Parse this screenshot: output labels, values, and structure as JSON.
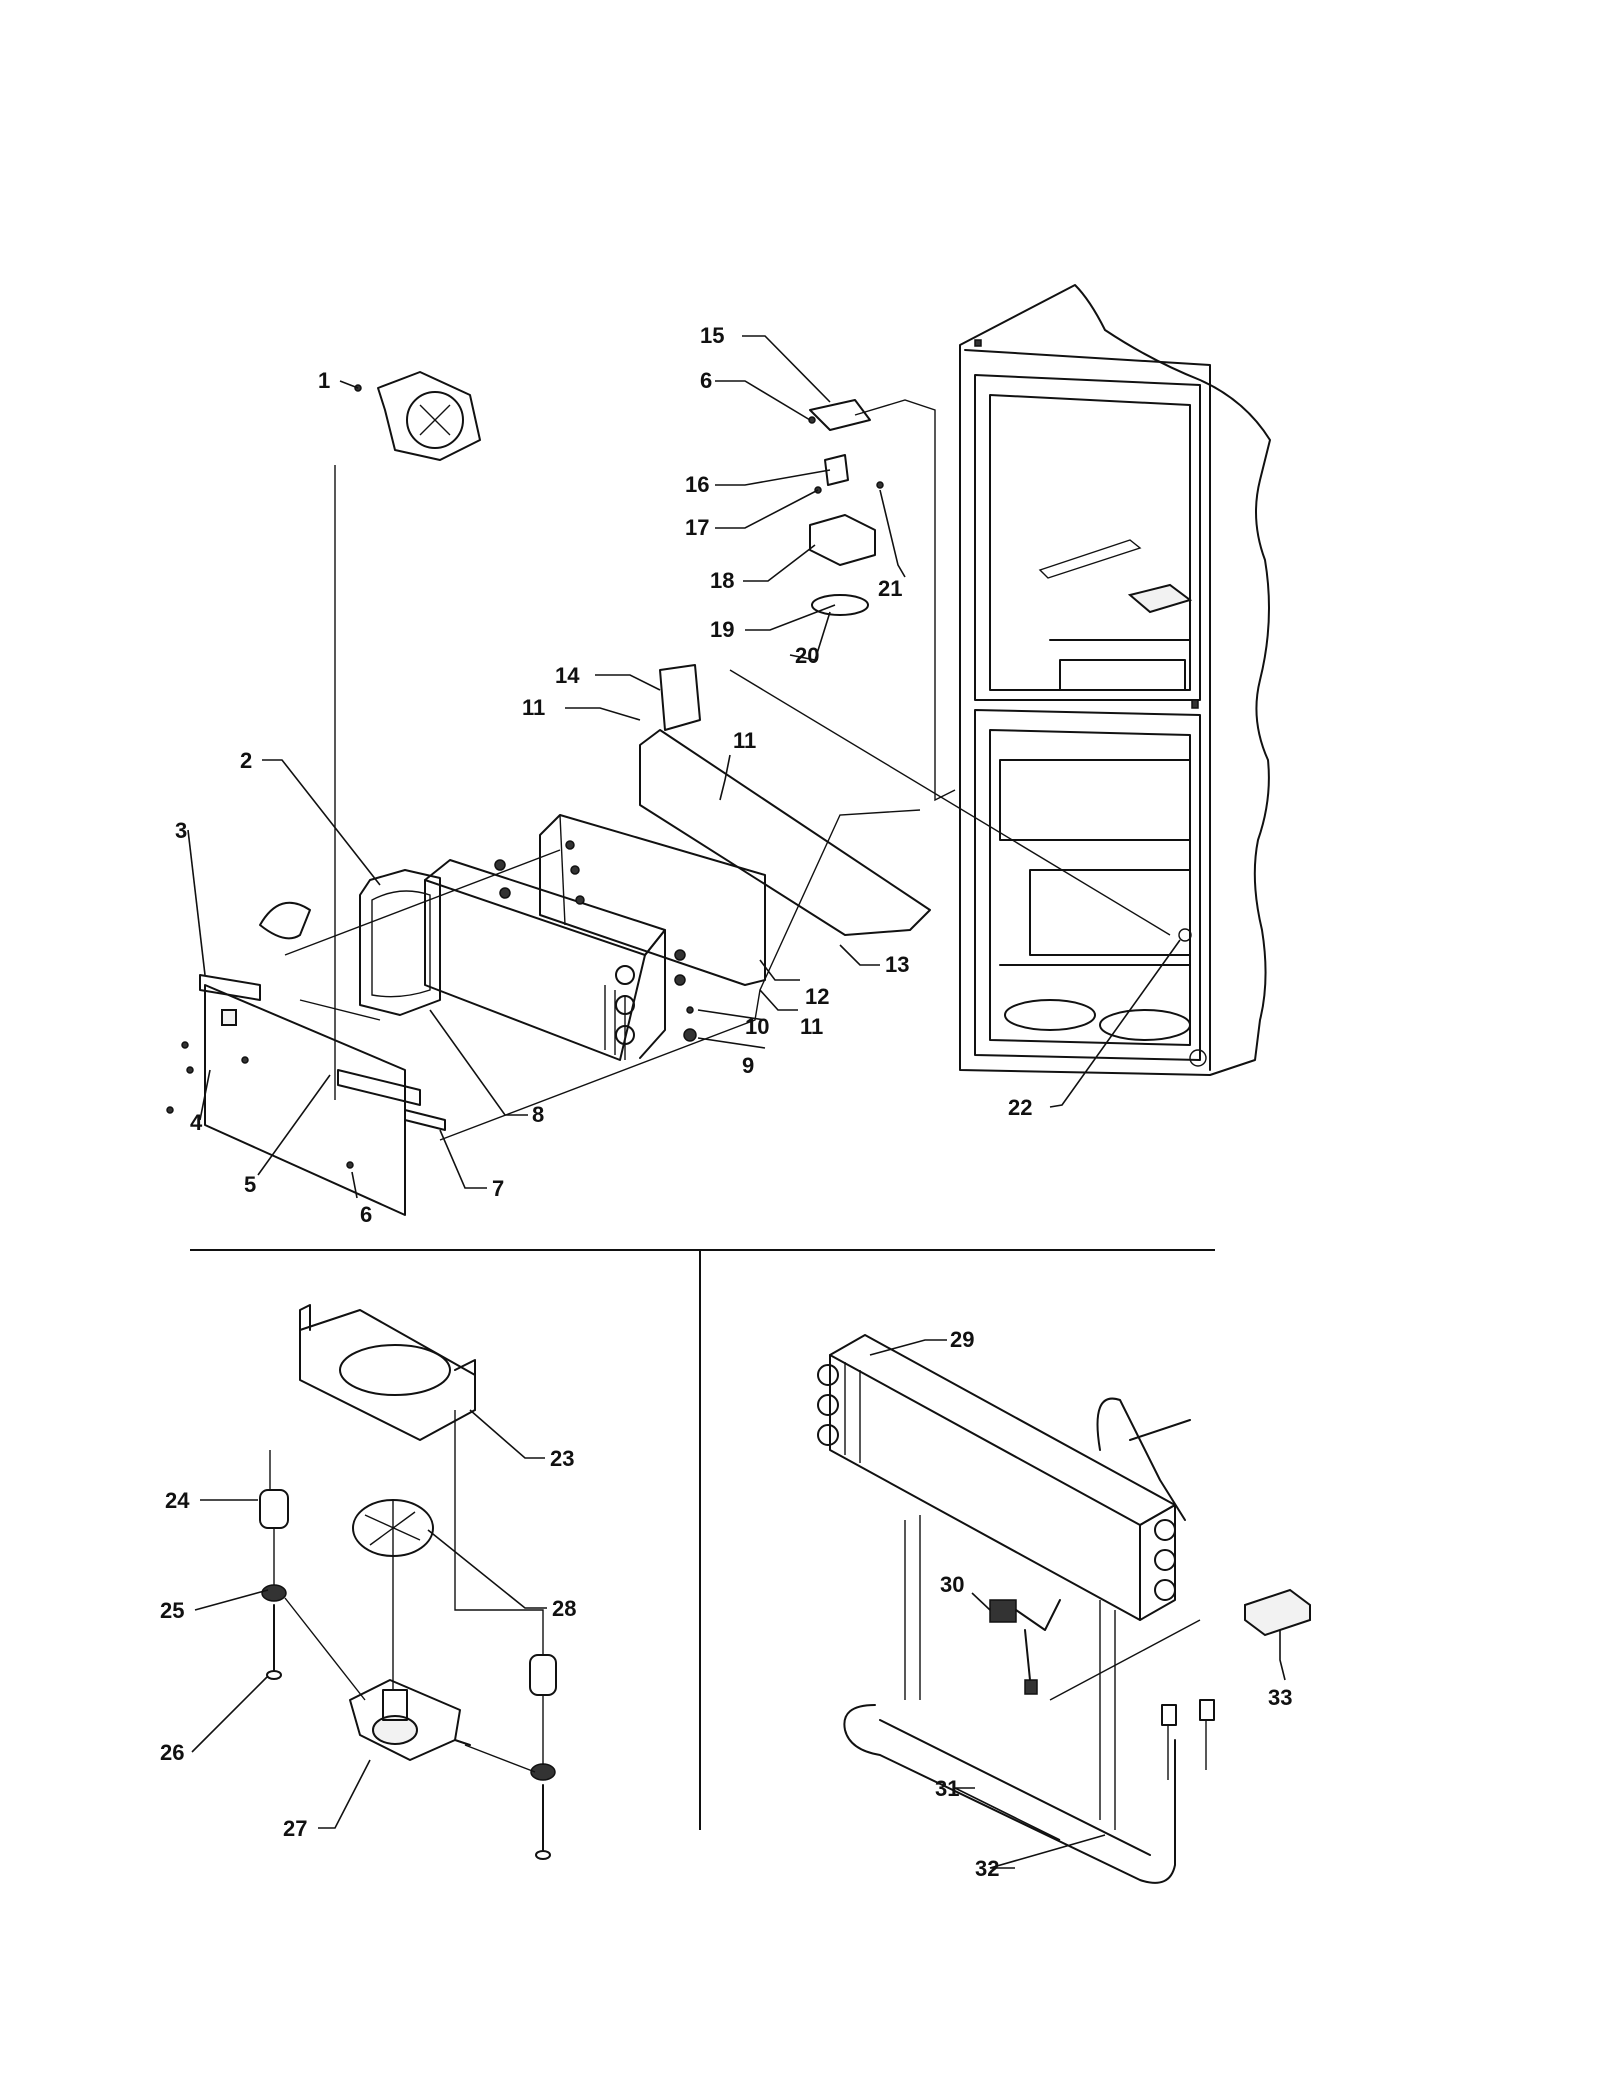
{
  "callouts": {
    "c1": "1",
    "c2": "2",
    "c3": "3",
    "c4": "4",
    "c5": "5",
    "c6a": "6",
    "c6b": "6",
    "c7": "7",
    "c8": "8",
    "c9": "9",
    "c10": "10",
    "c11a": "11",
    "c11b": "11",
    "c11c": "11",
    "c12": "12",
    "c13": "13",
    "c14": "14",
    "c15": "15",
    "c16": "16",
    "c17": "17",
    "c18": "18",
    "c19": "19",
    "c20": "20",
    "c21": "21",
    "c22": "22",
    "c23": "23",
    "c24": "24",
    "c25": "25",
    "c26": "26",
    "c27": "27",
    "c28": "28",
    "c29": "29",
    "c30": "30",
    "c31": "31",
    "c32": "32",
    "c33": "33"
  }
}
